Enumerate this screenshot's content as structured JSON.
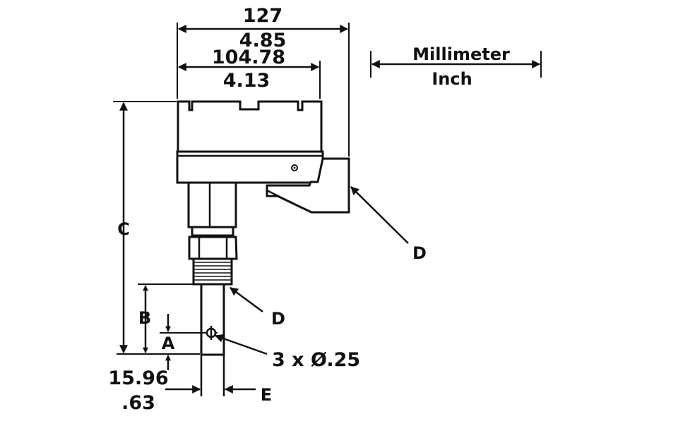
{
  "units": {
    "top": "Millimeter",
    "bottom": "Inch"
  },
  "dimensions": {
    "overall_width_mm": "127",
    "overall_width_in": "4.85",
    "housing_width_mm": "104.78",
    "housing_width_in": "4.13",
    "offset_mm": "15.96",
    "offset_in": ".63",
    "holes": "3 x Ø.25"
  },
  "callouts": {
    "height": "C",
    "paddle_length": "B",
    "hole_position": "A",
    "paddle_width": "E",
    "adjustment": "D"
  },
  "colors": {
    "line": "#111111",
    "background": "#ffffff"
  }
}
